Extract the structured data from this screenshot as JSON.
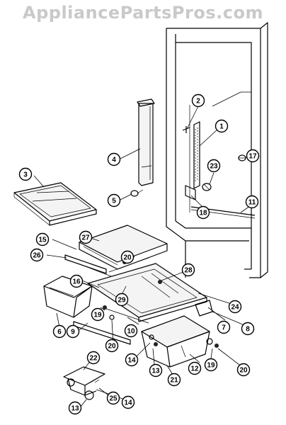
{
  "watermark": "AppliancePartsPros.com",
  "callouts": [
    {
      "id": "c1",
      "label": "1"
    },
    {
      "id": "c2",
      "label": "2"
    },
    {
      "id": "c3",
      "label": "3"
    },
    {
      "id": "c4",
      "label": "4"
    },
    {
      "id": "c5",
      "label": "5"
    },
    {
      "id": "c6",
      "label": "6"
    },
    {
      "id": "c7",
      "label": "7"
    },
    {
      "id": "c8",
      "label": "8"
    },
    {
      "id": "c9",
      "label": "9"
    },
    {
      "id": "c10",
      "label": "10"
    },
    {
      "id": "c11",
      "label": "11"
    },
    {
      "id": "c12",
      "label": "12"
    },
    {
      "id": "c13a",
      "label": "13"
    },
    {
      "id": "c13b",
      "label": "13"
    },
    {
      "id": "c14a",
      "label": "14"
    },
    {
      "id": "c14b",
      "label": "14"
    },
    {
      "id": "c15",
      "label": "15"
    },
    {
      "id": "c16",
      "label": "16"
    },
    {
      "id": "c17",
      "label": "17"
    },
    {
      "id": "c18",
      "label": "18"
    },
    {
      "id": "c19a",
      "label": "19"
    },
    {
      "id": "c19b",
      "label": "19"
    },
    {
      "id": "c20a",
      "label": "20"
    },
    {
      "id": "c20b",
      "label": "20"
    },
    {
      "id": "c20c",
      "label": "20"
    },
    {
      "id": "c21",
      "label": "21"
    },
    {
      "id": "c22",
      "label": "22"
    },
    {
      "id": "c23",
      "label": "23"
    },
    {
      "id": "c24",
      "label": "24"
    },
    {
      "id": "c25",
      "label": "25"
    },
    {
      "id": "c26",
      "label": "26"
    },
    {
      "id": "c27",
      "label": "27"
    },
    {
      "id": "c28",
      "label": "28"
    },
    {
      "id": "c29",
      "label": "29"
    }
  ]
}
